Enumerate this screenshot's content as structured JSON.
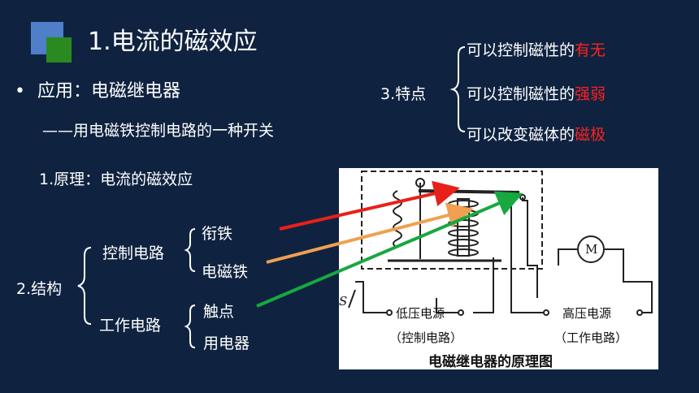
{
  "title": "1.电流的磁效应",
  "bullet": {
    "marker": "•",
    "text": "应用：电磁继电器"
  },
  "subtitle": "——用电磁铁控制电路的一种开关",
  "principle": "1.原理：电流的磁效应",
  "structure": {
    "label": "2.结构",
    "control": {
      "label": "控制电路",
      "items": [
        "衔铁",
        "电磁铁"
      ]
    },
    "work": {
      "label": "工作电路",
      "items": [
        "触点",
        "用电器"
      ]
    }
  },
  "features": {
    "label": "3.特点",
    "items": [
      {
        "prefix": "可以控制磁性的",
        "highlight": "有无"
      },
      {
        "prefix": "可以控制磁性的",
        "highlight": "强弱"
      },
      {
        "prefix": "可以改变磁体的",
        "highlight": "磁极"
      }
    ]
  },
  "diagram": {
    "switch_label": "S",
    "motor_label": "M",
    "low_source": "低压电源",
    "low_circuit": "（控制电路）",
    "high_source": "高压电源",
    "high_circuit": "（工作电路）",
    "caption": "电磁继电器的原理图"
  },
  "colors": {
    "background": "#0f2340",
    "highlight": "#ff2020",
    "arrow_armature": "#e8201a",
    "arrow_electromagnet": "#f0a050",
    "arrow_contact": "#17a840"
  }
}
